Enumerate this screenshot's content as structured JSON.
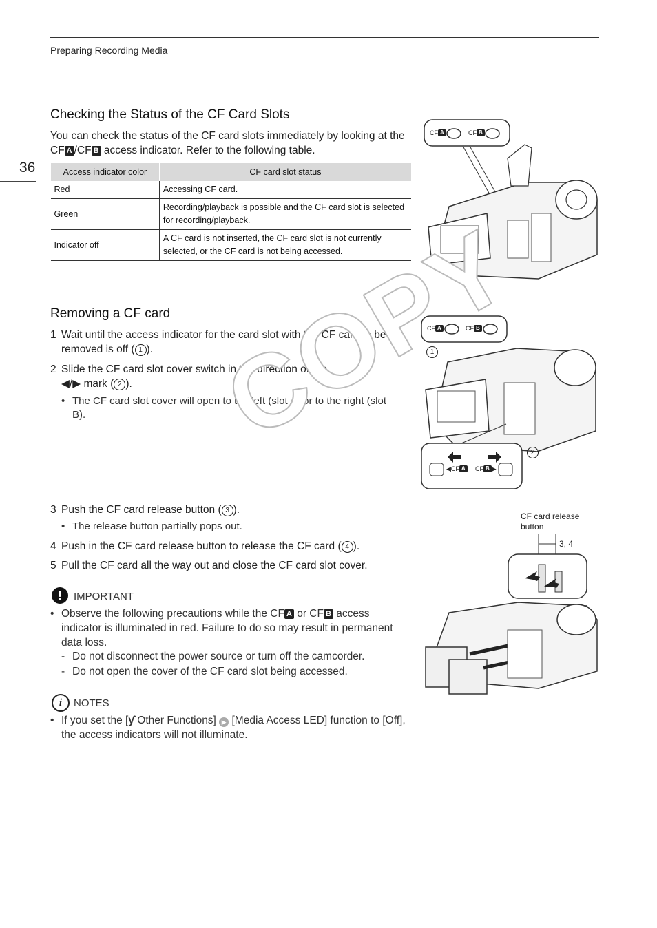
{
  "header": {
    "section": "Preparing Recording Media"
  },
  "page_number": "36",
  "section1": {
    "title": "Checking the Status of the CF Card Slots",
    "intro_1": "You can check the status of the CF card slots immediately by looking at the",
    "intro_2a": "CF",
    "intro_key_a": "A",
    "intro_2b": "/CF",
    "intro_key_b": "B",
    "intro_2c": " access indicator. Refer to the following table.",
    "table": {
      "headers": [
        "Access indicator color",
        "CF card slot status"
      ],
      "rows": [
        [
          "Red",
          "Accessing CF card."
        ],
        [
          "Green",
          "Recording/playback is possible and the CF card slot is selected for recording/playback."
        ],
        [
          "Indicator off",
          "A CF card is not inserted, the CF card slot is not currently selected, or the CF card is not being accessed."
        ]
      ]
    }
  },
  "section2": {
    "title": "Removing a CF card",
    "step1_num": "1",
    "step1_text": "Wait until the access indicator for the card slot with the CF card to be removed is off (",
    "step1_circ": "1",
    "step1_end": ").",
    "step2_num": "2",
    "step2_text": "Slide the CF card slot cover switch in the direction of the",
    "step2_mark": "◀/▶",
    "step2_mid": " mark (",
    "step2_circ": "2",
    "step2_end": ").",
    "step2_bullet": "The CF card slot cover will open to the left (slot A) or to the right (slot B).",
    "step3_num": "3",
    "step3_text": "Push the CF card release button (",
    "step3_circ": "3",
    "step3_end": ").",
    "step3_bullet": "The release button partially pops out.",
    "step4_num": "4",
    "step4_text": "Push in the CF card release button to release the CF card (",
    "step4_circ": "4",
    "step4_end": ").",
    "step5_num": "5",
    "step5_text": "Pull the CF card all the way out and close the CF card slot cover."
  },
  "important": {
    "label": "IMPORTANT",
    "bullet_a": "Observe the following precautions while the CF",
    "key_a": "A",
    "bullet_b": " or CF",
    "key_b": "B",
    "bullet_c": " access indicator is illuminated in red. Failure to do so may result in permanent data loss.",
    "dash1": "Do not disconnect the power source or turn off the camcorder.",
    "dash2": "Do not open the cover of the CF card slot being accessed."
  },
  "notes": {
    "label": "NOTES",
    "bullet_a": "If you set the [",
    "bullet_b": " Other Functions] ",
    "bullet_c": " [Media Access LED] function to [Off], the access indicators will not illuminate."
  },
  "figures": {
    "fig1_label_a": "CF",
    "fig1_key_a": "A",
    "fig1_label_b": "CF",
    "fig1_key_b": "B",
    "fig2_callout1": "1",
    "fig2_callout2": "2",
    "fig3_caption": "CF card release button",
    "fig3_callout": "3, 4"
  },
  "watermark": "COPY"
}
